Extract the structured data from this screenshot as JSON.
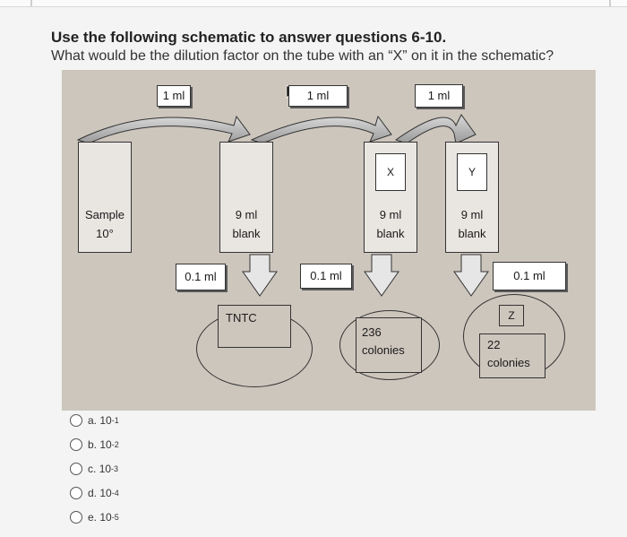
{
  "header": {
    "title": "Use the following schematic to answer questions 6-10.",
    "question": "What would be the dilution factor on the tube with an “X” on it in the schematic?"
  },
  "schematic": {
    "transfer_labels": [
      "1 ml",
      "1 ml",
      "1 ml"
    ],
    "sample": {
      "label": "Sample",
      "power": "10°"
    },
    "tubes": [
      {
        "line1": "9 ml",
        "line2": "blank",
        "marker": ""
      },
      {
        "line1": "9 ml",
        "line2": "blank",
        "marker": "X"
      },
      {
        "line1": "9 ml",
        "line2": "blank",
        "marker": "Y"
      }
    ],
    "plating_labels": [
      "0.1 ml",
      "0.1 ml",
      "0.1 ml"
    ],
    "plates": [
      {
        "marker": "",
        "line1": "TNTC",
        "line2": ""
      },
      {
        "marker": "",
        "line1": "236",
        "line2": "colonies"
      },
      {
        "marker": "Z",
        "line1": "22",
        "line2": "colonies"
      }
    ]
  },
  "options": [
    {
      "letter": "a.",
      "base": "10",
      "exp": "-1"
    },
    {
      "letter": "b.",
      "base": "10",
      "exp": "-2"
    },
    {
      "letter": "c.",
      "base": "10",
      "exp": "-3"
    },
    {
      "letter": "d.",
      "base": "10",
      "exp": "-4"
    },
    {
      "letter": "e.",
      "base": "10",
      "exp": "-5"
    }
  ]
}
